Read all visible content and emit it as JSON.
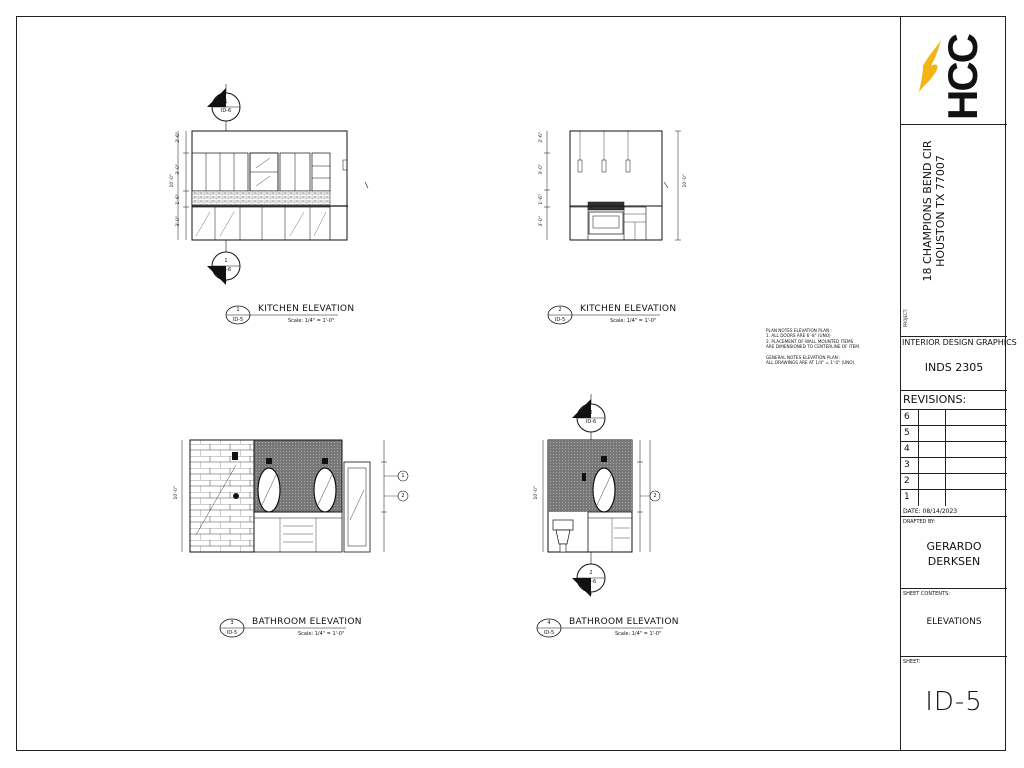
{
  "title_block": {
    "logo_text": "HCC",
    "project_label": "PROJECT:",
    "project_line1": "18 CHAMPIONS BEND CIR",
    "project_line2": "HOUSTON TX 77007",
    "course_name": "INTERIOR DESIGN GRAPHICS",
    "course_code": "INDS 2305",
    "revisions_label": "REVISIONS:",
    "revisions": [
      "6",
      "5",
      "4",
      "3",
      "2",
      "1"
    ],
    "date": "DATE: 08/14/2023",
    "drafted_by_label": "DRAFTED BY:",
    "drafter_line1": "GERARDO",
    "drafter_line2": "DERKSEN",
    "sheet_contents_label": "SHEET CONTENTS:",
    "sheet_contents": "ELEVATIONS",
    "sheet_label": "SHEET:",
    "sheet_number": "ID-5"
  },
  "notes": {
    "line1": "PLAN NOTES ELEVATION PLAN :",
    "line2": "1. ALL DOORS ARE 6'-8\" (UNO)",
    "line3": "2. PLACEMENT OF WALL MOUNTED ITEMS",
    "line4": "ARE DIMENSIONED TO CENTERLINE OF ITEM.",
    "line5": "GENERAL NOTES ELEVATION PLAN :",
    "line6": "ALL DRAWINGS ARE AT 1/4\" = 1'-0\" (UNO)"
  },
  "elevations": [
    {
      "num": "1",
      "sheet": "ID-5",
      "title": "KITCHEN ELEVATION",
      "scale": "Scale: 1/4\" = 1'-0\""
    },
    {
      "num": "2",
      "sheet": "ID-5",
      "title": "KITCHEN ELEVATION",
      "scale": "Scale: 1/4\" = 1'-0\""
    },
    {
      "num": "3",
      "sheet": "ID-5",
      "title": "BATHROOM ELEVATION",
      "scale": "Scale: 1/4\" = 1'-0\""
    },
    {
      "num": "4",
      "sheet": "ID-5",
      "title": "BATHROOM ELEVATION",
      "scale": "Scale: 1/4\" = 1'-0\""
    }
  ],
  "section_markers": [
    {
      "num": "1",
      "sheet": "ID-6"
    },
    {
      "num": "1",
      "sheet": "ID-6"
    },
    {
      "num": "2",
      "sheet": "ID-6"
    },
    {
      "num": "2",
      "sheet": "ID-6"
    }
  ],
  "dimensions": {
    "k1_left": [
      "2'-6\"",
      "3'-0\"",
      "1'-6\"",
      "3'-0\"",
      "10'-0\""
    ],
    "k2_left": [
      "2'-6\"",
      "3'-0\"",
      "1'-6\"",
      "3'-0\"",
      "10'-0\""
    ],
    "b3_left": "10'-0\"",
    "b4_left": "10'-0\""
  },
  "grid_tags": [
    "1",
    "2",
    "2"
  ],
  "colors": {
    "logo_yellow": "#f2b516",
    "ink": "#111111"
  }
}
